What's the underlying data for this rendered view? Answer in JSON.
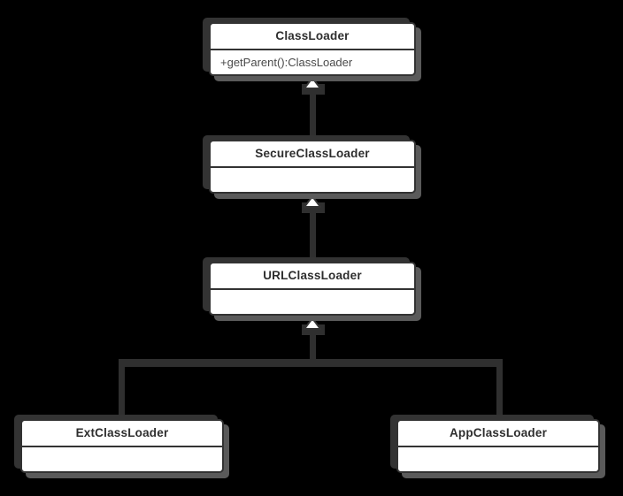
{
  "diagram": {
    "type": "uml-class-diagram",
    "background_color": "#000000",
    "node_style": {
      "fill": "#ffffff",
      "border_color": "#333333",
      "title_color": "#2e2e2e",
      "member_color": "#4a4a4a",
      "shadow_dark": "#333333",
      "shadow_gray": "#5a5a5a"
    },
    "connector_style": {
      "color": "#2f2f2f",
      "arrowhead": "hollow-triangle-up",
      "arrowhead_fill": "#ffffff"
    },
    "nodes": [
      {
        "name": "ClassLoader",
        "members": [
          "+getParent():ClassLoader"
        ]
      },
      {
        "name": "SecureClassLoader",
        "members": []
      },
      {
        "name": "URLClassLoader",
        "members": []
      },
      {
        "name": "ExtClassLoader",
        "members": []
      },
      {
        "name": "AppClassLoader",
        "members": []
      }
    ],
    "relations": [
      {
        "from": "SecureClassLoader",
        "to": "ClassLoader",
        "type": "generalization"
      },
      {
        "from": "URLClassLoader",
        "to": "SecureClassLoader",
        "type": "generalization"
      },
      {
        "from": "ExtClassLoader",
        "to": "URLClassLoader",
        "type": "generalization"
      },
      {
        "from": "AppClassLoader",
        "to": "URLClassLoader",
        "type": "generalization"
      }
    ]
  }
}
